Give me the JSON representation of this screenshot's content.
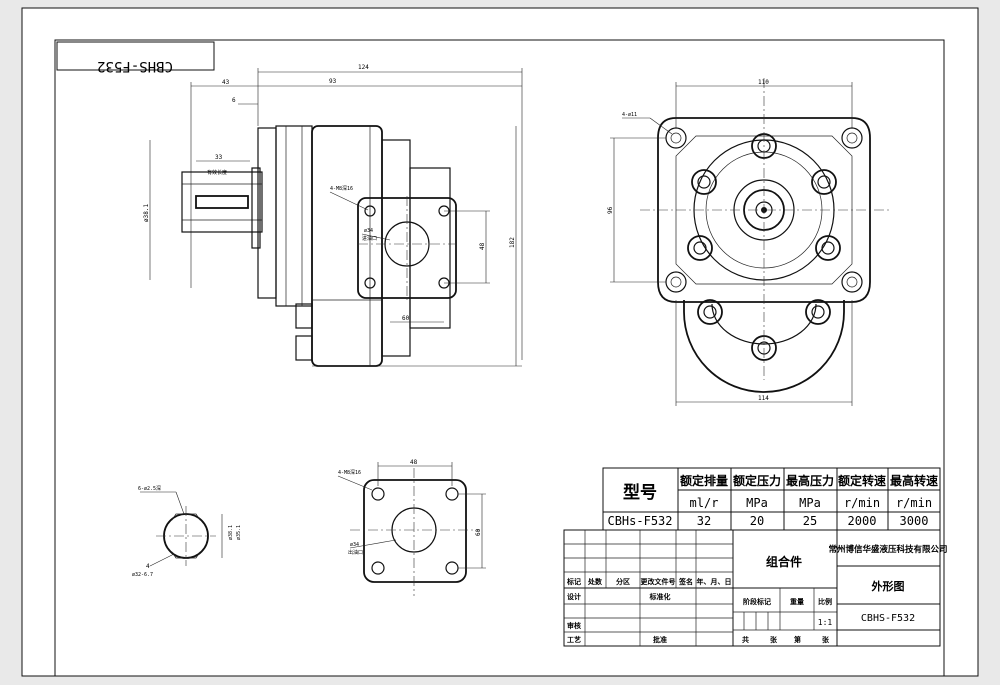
{
  "drawing": {
    "title_box": "CBHS-F532",
    "dims_side": {
      "overall_length": "124",
      "body_length": "93",
      "flange_to_shaft": "43",
      "flange_thickness": "6",
      "shaft_length": "33",
      "shaft_diameter": "ø38.1",
      "height": "182",
      "port_spacing": "48",
      "port_offset": "60",
      "port_bolts": "4-M8深16",
      "port_label": "ø34\n进油口"
    },
    "dims_front": {
      "mount_holes": "4-ø11",
      "bolt_span": "110",
      "height": "96",
      "width": "114"
    },
    "dims_port_detail": {
      "width": "48",
      "height": "60",
      "bolts": "4-M8深16",
      "port": "ø34\n出油口"
    },
    "dims_shaft": {
      "key": "6-ø2.5深",
      "d1": "ø38.1",
      "d2": "ø35.1",
      "spline": "ø32-6.7",
      "note": "4"
    }
  },
  "spec_table": {
    "headers": [
      "型号",
      "额定排量",
      "额定压力",
      "最高压力",
      "额定转速",
      "最高转速"
    ],
    "units": [
      "ml/r",
      "MPa",
      "MPa",
      "r/min",
      "r/min"
    ],
    "values": [
      "CBHs-F532",
      "32",
      "20",
      "25",
      "2000",
      "3000"
    ]
  },
  "title_block": {
    "assembly": "组合件",
    "company": "常州博信华盛液压科技有限公司",
    "drawing_name": "外形图",
    "drawing_no": "CBHS-F532",
    "scale": "1:1",
    "labels": {
      "mark": "标记",
      "count": "处数",
      "zone": "分区",
      "change_doc": "更改文件号",
      "sign": "签名",
      "date": "年、月、日",
      "design": "设计",
      "standard": "标准化",
      "stage": "阶段标记",
      "weight": "重量",
      "ratio": "比例",
      "review": "审核",
      "process": "工艺",
      "approve": "批准",
      "total": "共",
      "sheets": "张",
      "page": "第",
      "sheet": "张"
    }
  }
}
